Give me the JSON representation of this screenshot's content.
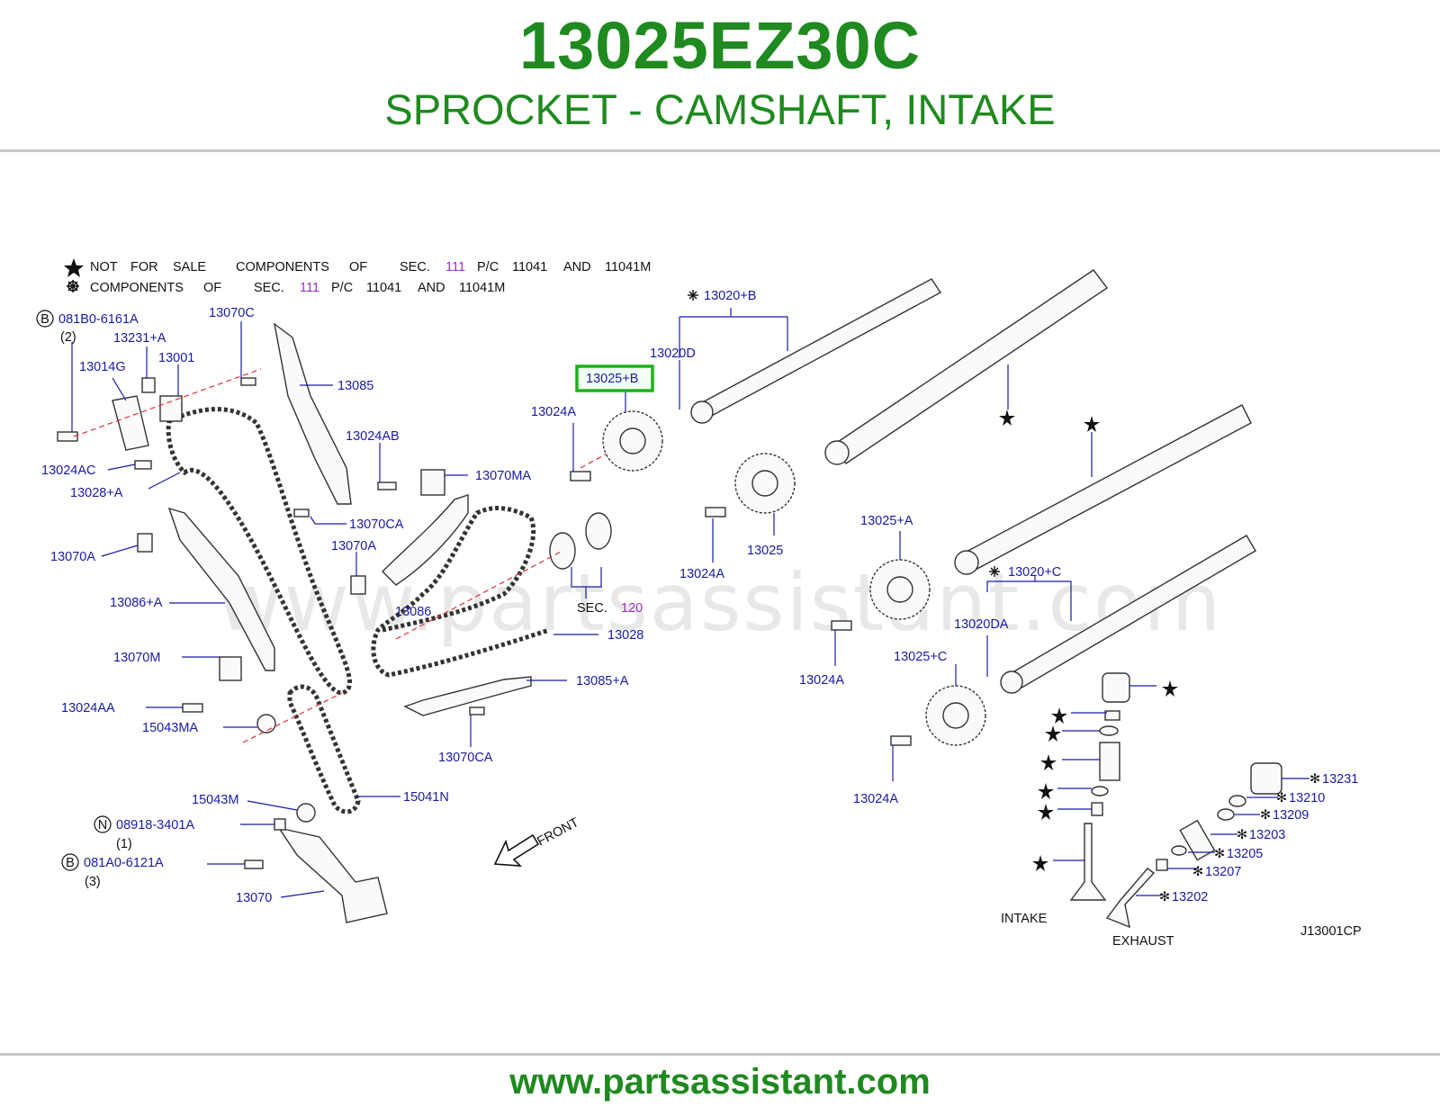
{
  "header": {
    "part_number": "13025EZ30C",
    "description": "SPROCKET - CAMSHAFT, INTAKE"
  },
  "legend": {
    "star_row": [
      "NOT",
      "FOR",
      "SALE",
      "COMPONENTS",
      "OF",
      "SEC.",
      "111",
      "P/C",
      "11041",
      "AND",
      "11041M"
    ],
    "asterisk_row": [
      "COMPONENTS",
      "OF",
      "SEC.",
      "111",
      "P/C",
      "11041",
      "AND",
      "11041M"
    ]
  },
  "callouts": {
    "c081B0": "081B0-6161A",
    "q2": "(2)",
    "c13231A": "13231+A",
    "c13001": "13001",
    "c13014G": "13014G",
    "c13070C": "13070C",
    "c13085": "13085",
    "c13024AC": "13024AC",
    "c13028A": "13028+A",
    "c13024AB": "13024AB",
    "c13070MA": "13070MA",
    "c13070CA_top": "13070CA",
    "c13070A_left": "13070A",
    "c13070A_mid": "13070A",
    "c13086A": "13086+A",
    "c13086": "13086",
    "c13070M": "13070M",
    "c13024AA": "13024AA",
    "c15043MA": "15043MA",
    "c15043M": "15043M",
    "c15041N": "15041N",
    "c08918": "08918-3401A",
    "q1": "(1)",
    "c081A0": "081A0-6121A",
    "q3": "(3)",
    "c13070": "13070",
    "c13085A": "13085+A",
    "c13070CA_bot": "13070CA",
    "c13028": "13028",
    "sec120_prefix": "SEC.",
    "sec120_num": "120",
    "front": "FRONT",
    "c13025B": "13025+B",
    "c13024A_1": "13024A",
    "c13020D": "13020D",
    "c13020B": "13020+B",
    "c13024A_2": "13024A",
    "c13025": "13025",
    "c13025A": "13025+A",
    "c13020C": "13020+C",
    "c13020DA": "13020DA",
    "c13024A_3": "13024A",
    "c13025C": "13025+C",
    "c13024A_4": "13024A",
    "c13231": "13231",
    "c13210": "13210",
    "c13209": "13209",
    "c13203": "13203",
    "c13205": "13205",
    "c13207": "13207",
    "c13202": "13202",
    "intake": "INTAKE",
    "exhaust": "EXHAUST",
    "diagram_code": "J13001CP"
  },
  "badges": {
    "b": "B",
    "n": "N"
  },
  "icons": {
    "star": "star-icon",
    "asterisk": "asterisk-icon",
    "arrow": "front-arrow-icon"
  },
  "colors": {
    "brand_green": "#1f8a1f",
    "label_blue": "#1a1aa8",
    "highlight_green": "#19b319",
    "sec_purple": "#9b30c8"
  },
  "watermark": "www.partsassistant.com",
  "footer": {
    "url": "www.partsassistant.com"
  }
}
